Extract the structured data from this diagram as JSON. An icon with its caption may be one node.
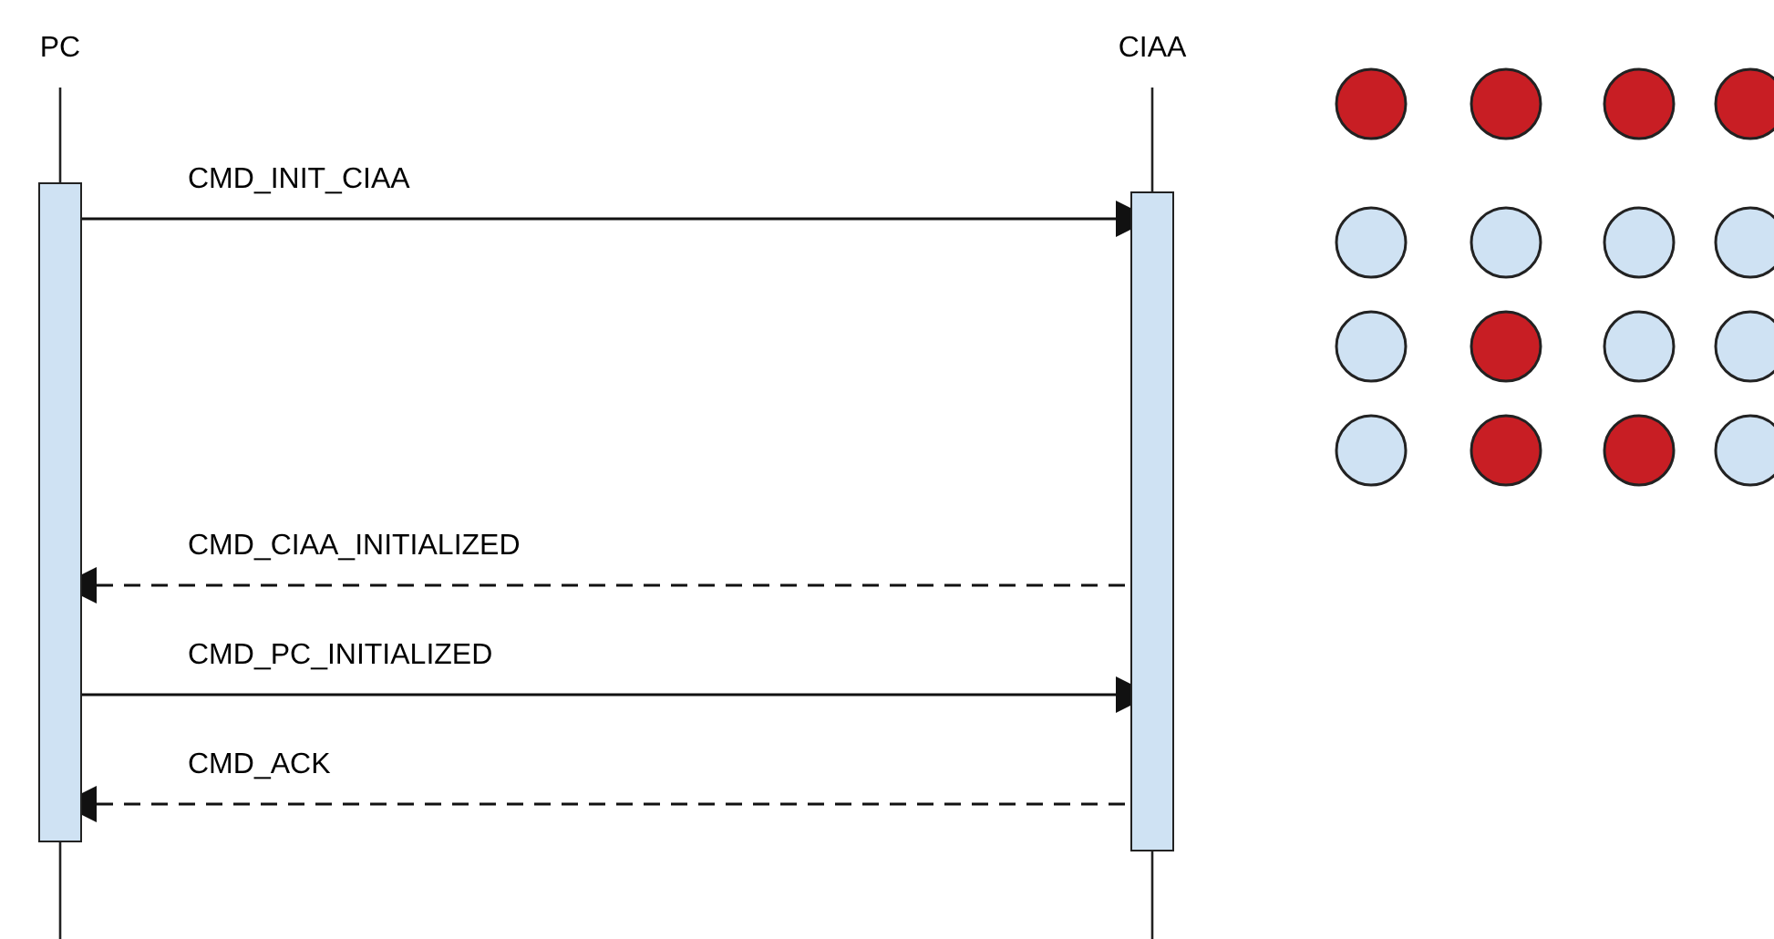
{
  "diagram": {
    "nodes": [
      {
        "text": [
          "PC"
        ]
      },
      {
        "text": [
          "CIAA"
        ]
      }
    ],
    "edges": [
      {
        "from": 0,
        "to": 1,
        "arrow": "to",
        "label": "CMD_INIT_CIAA"
      },
      {
        "from": 1,
        "to": 0,
        "arrow": "to",
        "label": "CMD_CIAA_INITIALIZED",
        "style": "dashed"
      },
      {
        "from": 0,
        "to": 1,
        "arrow": "to",
        "label": "CMD_PC_INITIALIZED"
      },
      {
        "from": 1,
        "to": 0,
        "arrow": "to",
        "label": "CMD_ACK",
        "style": "dashed"
      }
    ]
  }
}
